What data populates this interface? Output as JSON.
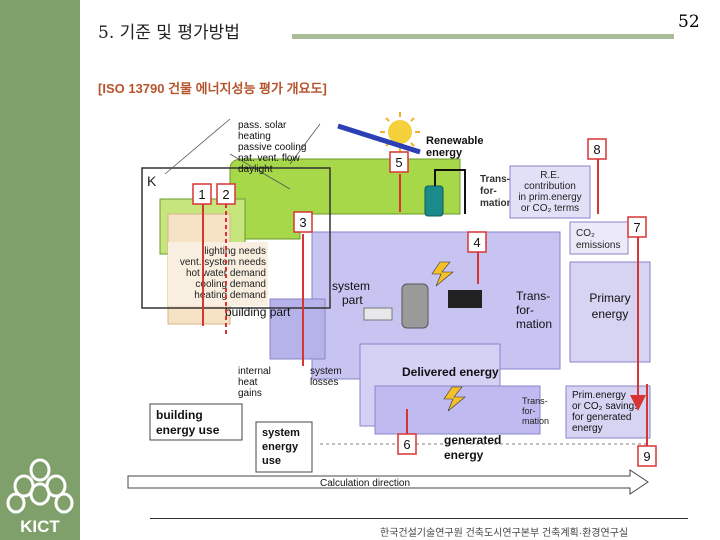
{
  "header": {
    "title": "5. 기준 및 평가방법",
    "page_number": "52",
    "subtitle": "[ISO 13790 건물 에너지성능 평가 개요도]"
  },
  "footer": {
    "text": "한국건설기술연구원 건축도시연구본부 건축계획·환경연구실"
  },
  "logo": {
    "text": "KICT"
  },
  "diagram": {
    "passive_list": [
      "pass. solar",
      "heating",
      "passive cooling",
      "nat. vent. flow",
      "daylight"
    ],
    "renewable_energy": [
      "Renewable",
      "energy"
    ],
    "re_contribution": [
      "R.E.",
      "contribution",
      "in prim.energy",
      "or CO₂ terms"
    ],
    "co2_emissions": [
      "CO₂",
      "emissions"
    ],
    "needs_list": [
      "lighting needs",
      "vent. system needs",
      "hot water demand",
      "cooling demand",
      "heating demand"
    ],
    "building_part": "building part",
    "system_part": [
      "system",
      "part"
    ],
    "transformation": [
      "Trans-",
      "for-",
      "mation"
    ],
    "transformation_large": [
      "Trans-",
      "for-",
      "mation"
    ],
    "primary_energy": [
      "Primary",
      "energy"
    ],
    "internal_heat_gains": [
      "internal",
      "heat",
      "gains"
    ],
    "system_losses": [
      "system",
      "losses"
    ],
    "delivered_energy": "Delivered energy",
    "building_energy_use": [
      "building",
      "energy use"
    ],
    "system_energy_use": [
      "system",
      "energy",
      "use"
    ],
    "generated_energy": [
      "generated",
      "energy"
    ],
    "trans_small": [
      "Trans-",
      "for-",
      "mation"
    ],
    "prim_savings": [
      "Prim.energy",
      "or CO₂ savings",
      "for generated",
      "energy"
    ],
    "calc_direction": "Calculation direction",
    "k_label": "K",
    "numbers": [
      "1",
      "2",
      "3",
      "4",
      "5",
      "6",
      "7",
      "8",
      "9"
    ]
  },
  "colors": {
    "sidebar": "#7fa06a",
    "green_duct": "#a6d84a",
    "purple_duct": "#c7c4f2",
    "red_box": "#d73434",
    "subtitle": "#b5542c"
  }
}
